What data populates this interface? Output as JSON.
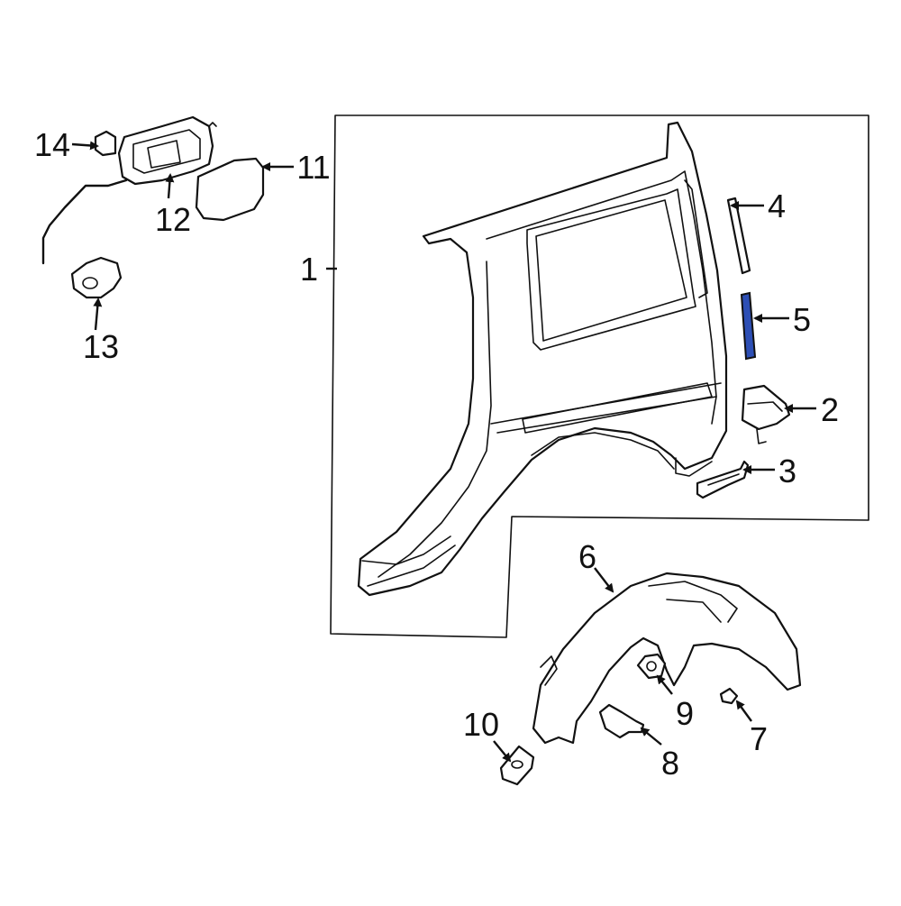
{
  "diagram": {
    "highlight_color": "#2d4fb5",
    "callouts": [
      {
        "id": "1",
        "label": "1"
      },
      {
        "id": "2",
        "label": "2"
      },
      {
        "id": "3",
        "label": "3"
      },
      {
        "id": "4",
        "label": "4"
      },
      {
        "id": "5",
        "label": "5"
      },
      {
        "id": "6",
        "label": "6"
      },
      {
        "id": "7",
        "label": "7"
      },
      {
        "id": "8",
        "label": "8"
      },
      {
        "id": "9",
        "label": "9"
      },
      {
        "id": "10",
        "label": "10"
      },
      {
        "id": "11",
        "label": "11"
      },
      {
        "id": "12",
        "label": "12"
      },
      {
        "id": "13",
        "label": "13"
      },
      {
        "id": "14",
        "label": "14"
      }
    ]
  }
}
